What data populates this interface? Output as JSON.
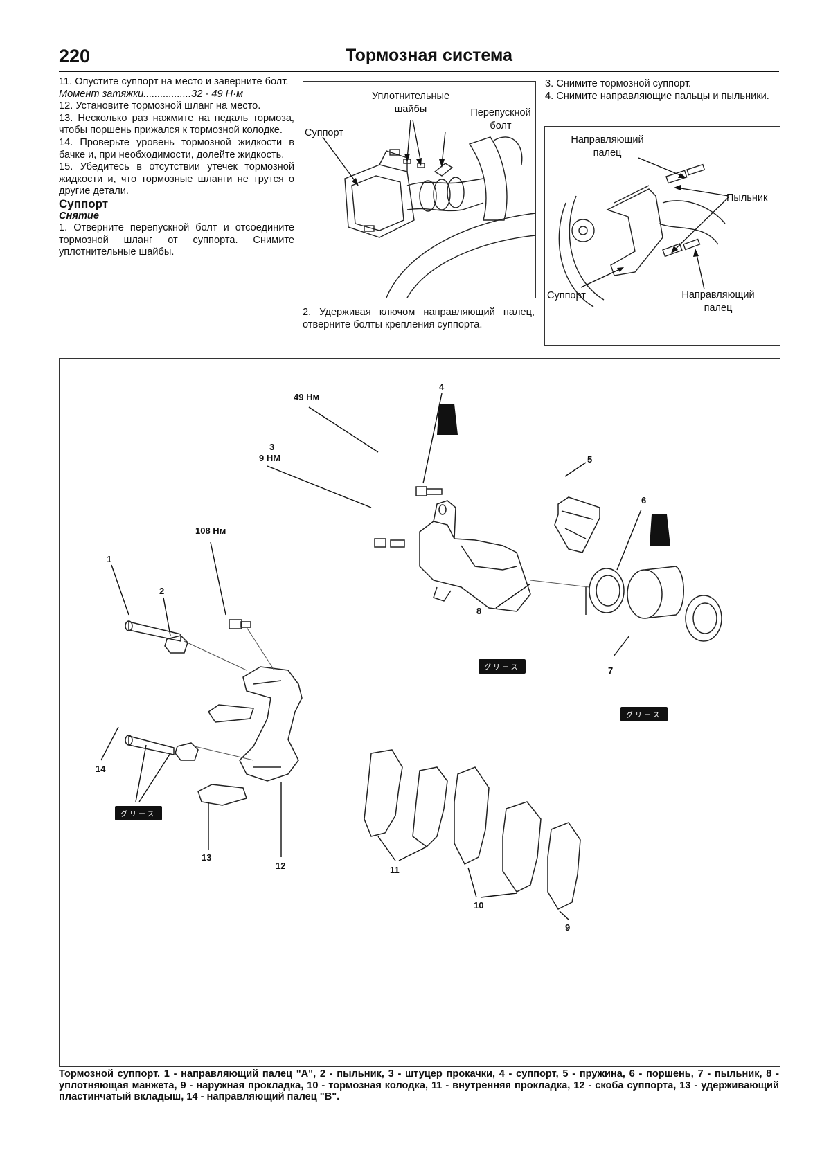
{
  "header": {
    "page_number": "220",
    "section_title": "Тормозная система"
  },
  "left_column": {
    "paragraphs": [
      "11. Опустите суппорт на место и заверните болт.",
      "12. Установите тормозной шланг на место.",
      "13. Несколько раз нажмите на педаль тормоза, чтобы поршень прижался к тормозной колодке.",
      "14. Проверьте уровень тормозной жидкости в бачке и, при необходимости, долейте жидкость.",
      "15. Убедитесь в отсутствии утечек тормозной жидкости и, что тормозные шланги не трутся о другие детали."
    ],
    "torque_line": "Момент затяжки.................32 - 49 Н·м",
    "section_heading": "Суппорт",
    "subheading": "Снятие",
    "removal_step_1": "1. Отверните перепускной болт и отсоедините тормозной шланг от суппорта. Снимите уплотнительные шайбы."
  },
  "figure1": {
    "label_washers": "Уплотнительные шайбы",
    "label_bypass_bolt": "Перепускной болт",
    "label_caliper": "Суппорт",
    "caption": "2. Удерживая ключом направляющий палец, отверните болты крепления суппорта."
  },
  "right_column": {
    "paragraphs": [
      "3. Снимите тормозной суппорт.",
      "4. Снимите направляющие пальцы и пыльники."
    ]
  },
  "figure2": {
    "label_guide_pin_top": "Направляющий палец",
    "label_boot": "Пыльник",
    "label_caliper": "Суппорт",
    "label_guide_pin_bottom": "Направляющий палец"
  },
  "exploded": {
    "torque_49": "49 Нм",
    "torque_9_num": "3",
    "torque_9": "9 НМ",
    "torque_108": "108 Нм",
    "grease_label": "グリース",
    "callouts": [
      "1",
      "2",
      "4",
      "5",
      "6",
      "7",
      "8",
      "9",
      "10",
      "11",
      "12",
      "13",
      "14"
    ]
  },
  "caption": "Тормозной суппорт. 1 - направляющий палец \"A\", 2 - пыльник, 3 - штуцер прокачки, 4 - суппорт, 5 - пружина, 6 - поршень, 7 - пыльник, 8 - уплотняющая манжета, 9 - наружная прокладка, 10 - тормозная колодка, 11 - внутренняя прокладка, 12 - скоба суппорта, 13 - удерживающий пластинчатый вкладыш, 14 - направляющий палец \"B\"."
}
